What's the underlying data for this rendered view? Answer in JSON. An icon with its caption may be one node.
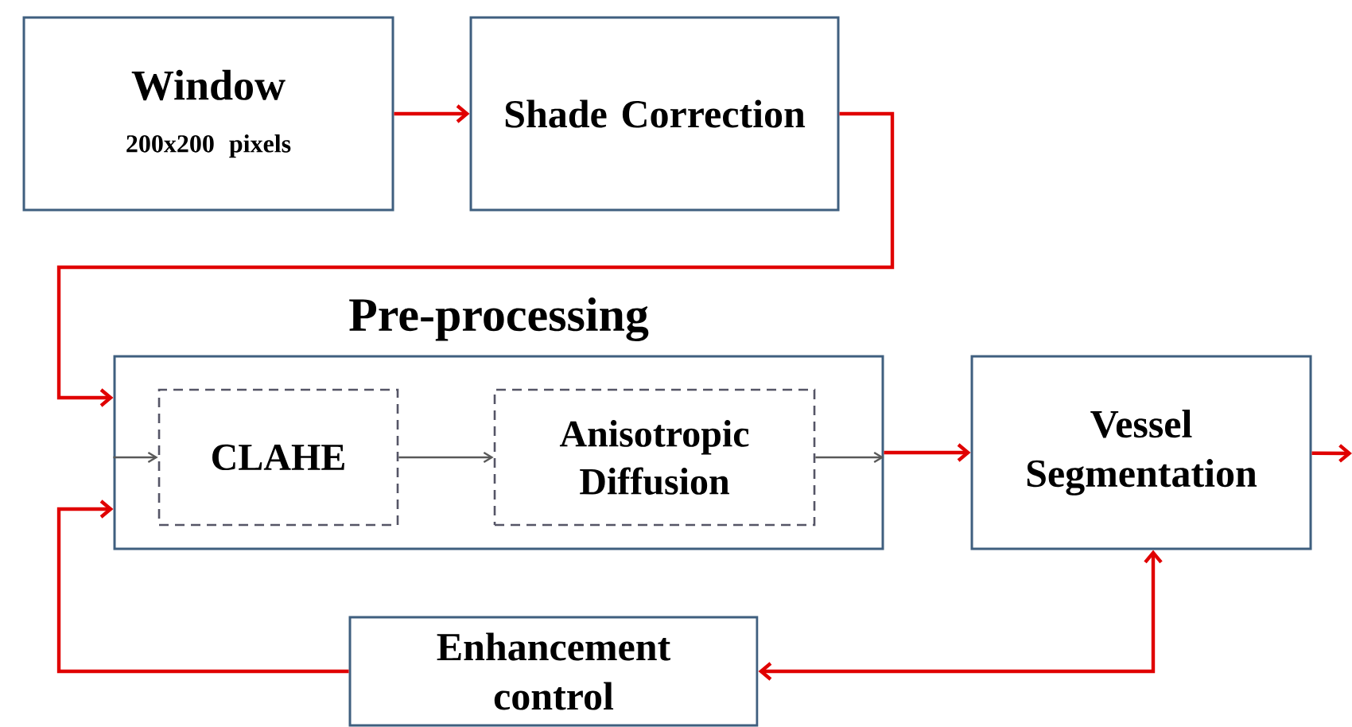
{
  "diagram": {
    "nodes": [
      {
        "text": [
          "Window",
          "200x200 pixels"
        ]
      },
      {
        "text": [
          "Shade Correction"
        ]
      },
      {
        "text": [
          "Pre-processing"
        ]
      },
      {
        "text": [
          "CLAHE"
        ],
        "in": 2
      },
      {
        "text": [
          "Anisotropic Diffusion"
        ],
        "in": 2
      },
      {
        "text": [
          "Vessel Segmentation"
        ]
      },
      {
        "text": [
          "Enhancement control"
        ]
      }
    ],
    "edges": [
      {
        "from": 0,
        "to": 1,
        "arrow": "to"
      },
      {
        "from": 1,
        "to": 2,
        "arrow": "to"
      },
      {
        "from": 2,
        "to": 3,
        "arrow": "to",
        "color": "#595959"
      },
      {
        "from": 3,
        "to": 4,
        "arrow": "to",
        "color": "#595959"
      },
      {
        "from": 4,
        "to": 2,
        "arrow": "to",
        "color": "#595959"
      },
      {
        "from": 2,
        "to": 5,
        "arrow": "to"
      },
      {
        "from": 5,
        "to": null,
        "arrow": "to"
      },
      {
        "from": 6,
        "to": 2,
        "arrow": "to"
      },
      {
        "from": 6,
        "to": 5,
        "arrow": "both"
      }
    ]
  }
}
